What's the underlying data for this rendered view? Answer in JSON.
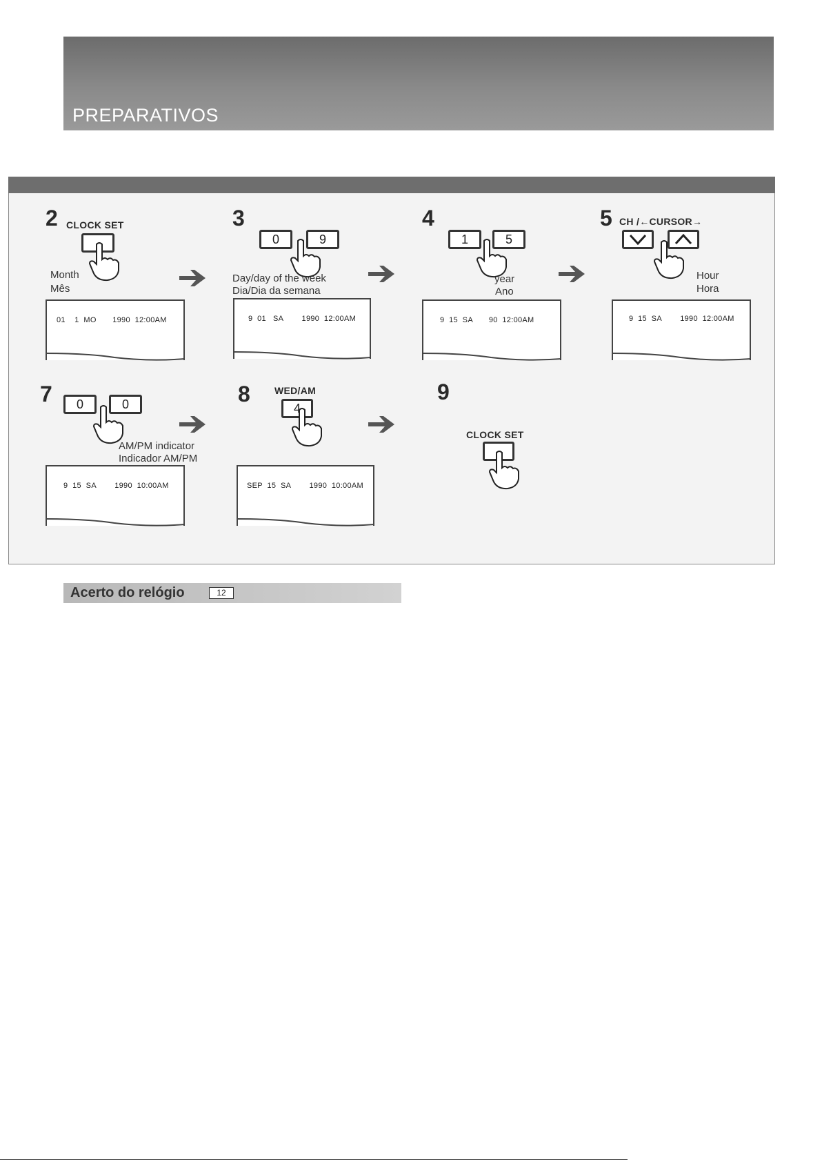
{
  "header": {
    "title": "PREPARATIVOS"
  },
  "steps": [
    {
      "num": "2",
      "button_label": "CLOCK  SET",
      "label_en": "Month",
      "label_pt": "Mês",
      "screen": "01    1  MO       1990  12:00AM"
    },
    {
      "num": "3",
      "keys": [
        "0",
        "9"
      ],
      "label_en": "Day/day of the week",
      "label_pt": "Dia/Dia da semana",
      "screen": "9  01   SA        1990  12:00AM"
    },
    {
      "num": "4",
      "keys": [
        "1",
        "5"
      ],
      "label_en": "year",
      "label_pt": "Ano",
      "screen": "9  15  SA       90  12:00AM"
    },
    {
      "num": "5",
      "button_label": "CH /←CURSOR→",
      "label_en": "Hour",
      "label_pt": "Hora",
      "screen": "9  15  SA        1990  12:00AM"
    },
    {
      "num": "7",
      "keys": [
        "0",
        "0"
      ],
      "label_en": "AM/PM indicator",
      "label_pt": "Indicador AM/PM",
      "screen": "9  15  SA        1990  10:00AM"
    },
    {
      "num": "8",
      "button_label": "WED/AM",
      "keys": [
        "4"
      ],
      "screen": "SEP  15  SA        1990  10:00AM"
    },
    {
      "num": "9",
      "button_label": "CLOCK  SET"
    }
  ],
  "footer": {
    "heading": "Acerto do relógio",
    "page_ref": "12"
  },
  "icons": {
    "arrow": "arrow-right-icon",
    "hand": "finger-press-icon"
  }
}
